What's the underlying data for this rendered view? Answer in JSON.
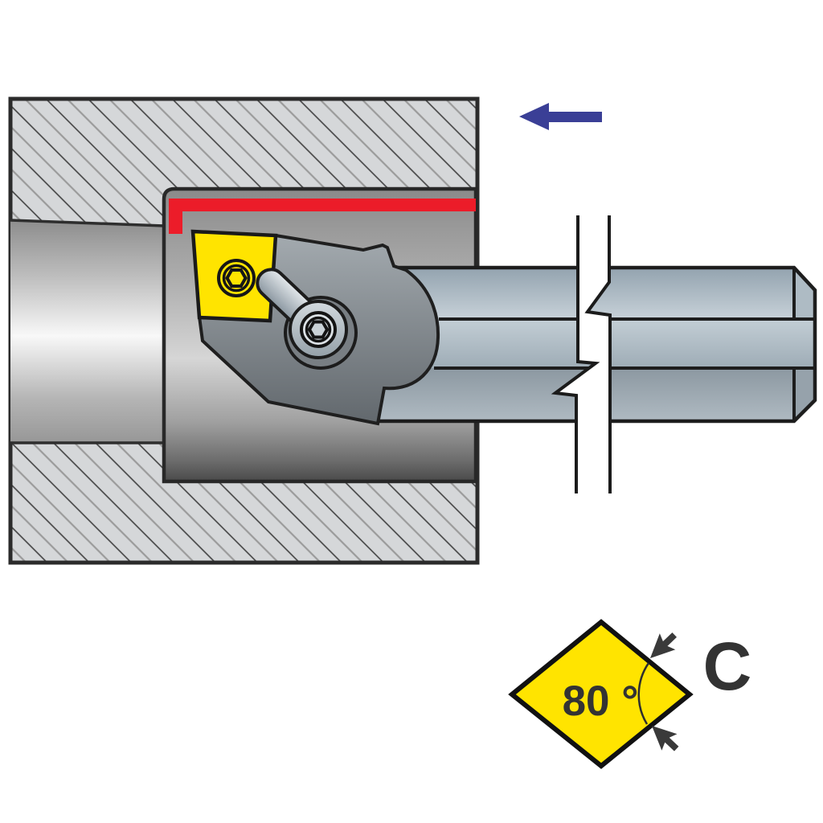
{
  "diagram": {
    "kind": "internal-turning-boring-bar-illustration",
    "detail": {
      "angle_label": "80 °",
      "insert_code": "C"
    },
    "colors": {
      "insert_yellow": "#FFE400",
      "machined_surface_red": "#EC1C29",
      "feed_arrow_blue": "#3A3F96",
      "ink": "#333333",
      "outline": "#1d1d1d",
      "hatch_background": "#D5D7D9",
      "steel_light": "#C7D1D8",
      "steel_dark": "#8C98A1"
    },
    "icons": [
      "feed-direction-arrow-icon",
      "angle-arrow-icon",
      "break-symbol",
      "hex-socket-screw-icon"
    ]
  }
}
